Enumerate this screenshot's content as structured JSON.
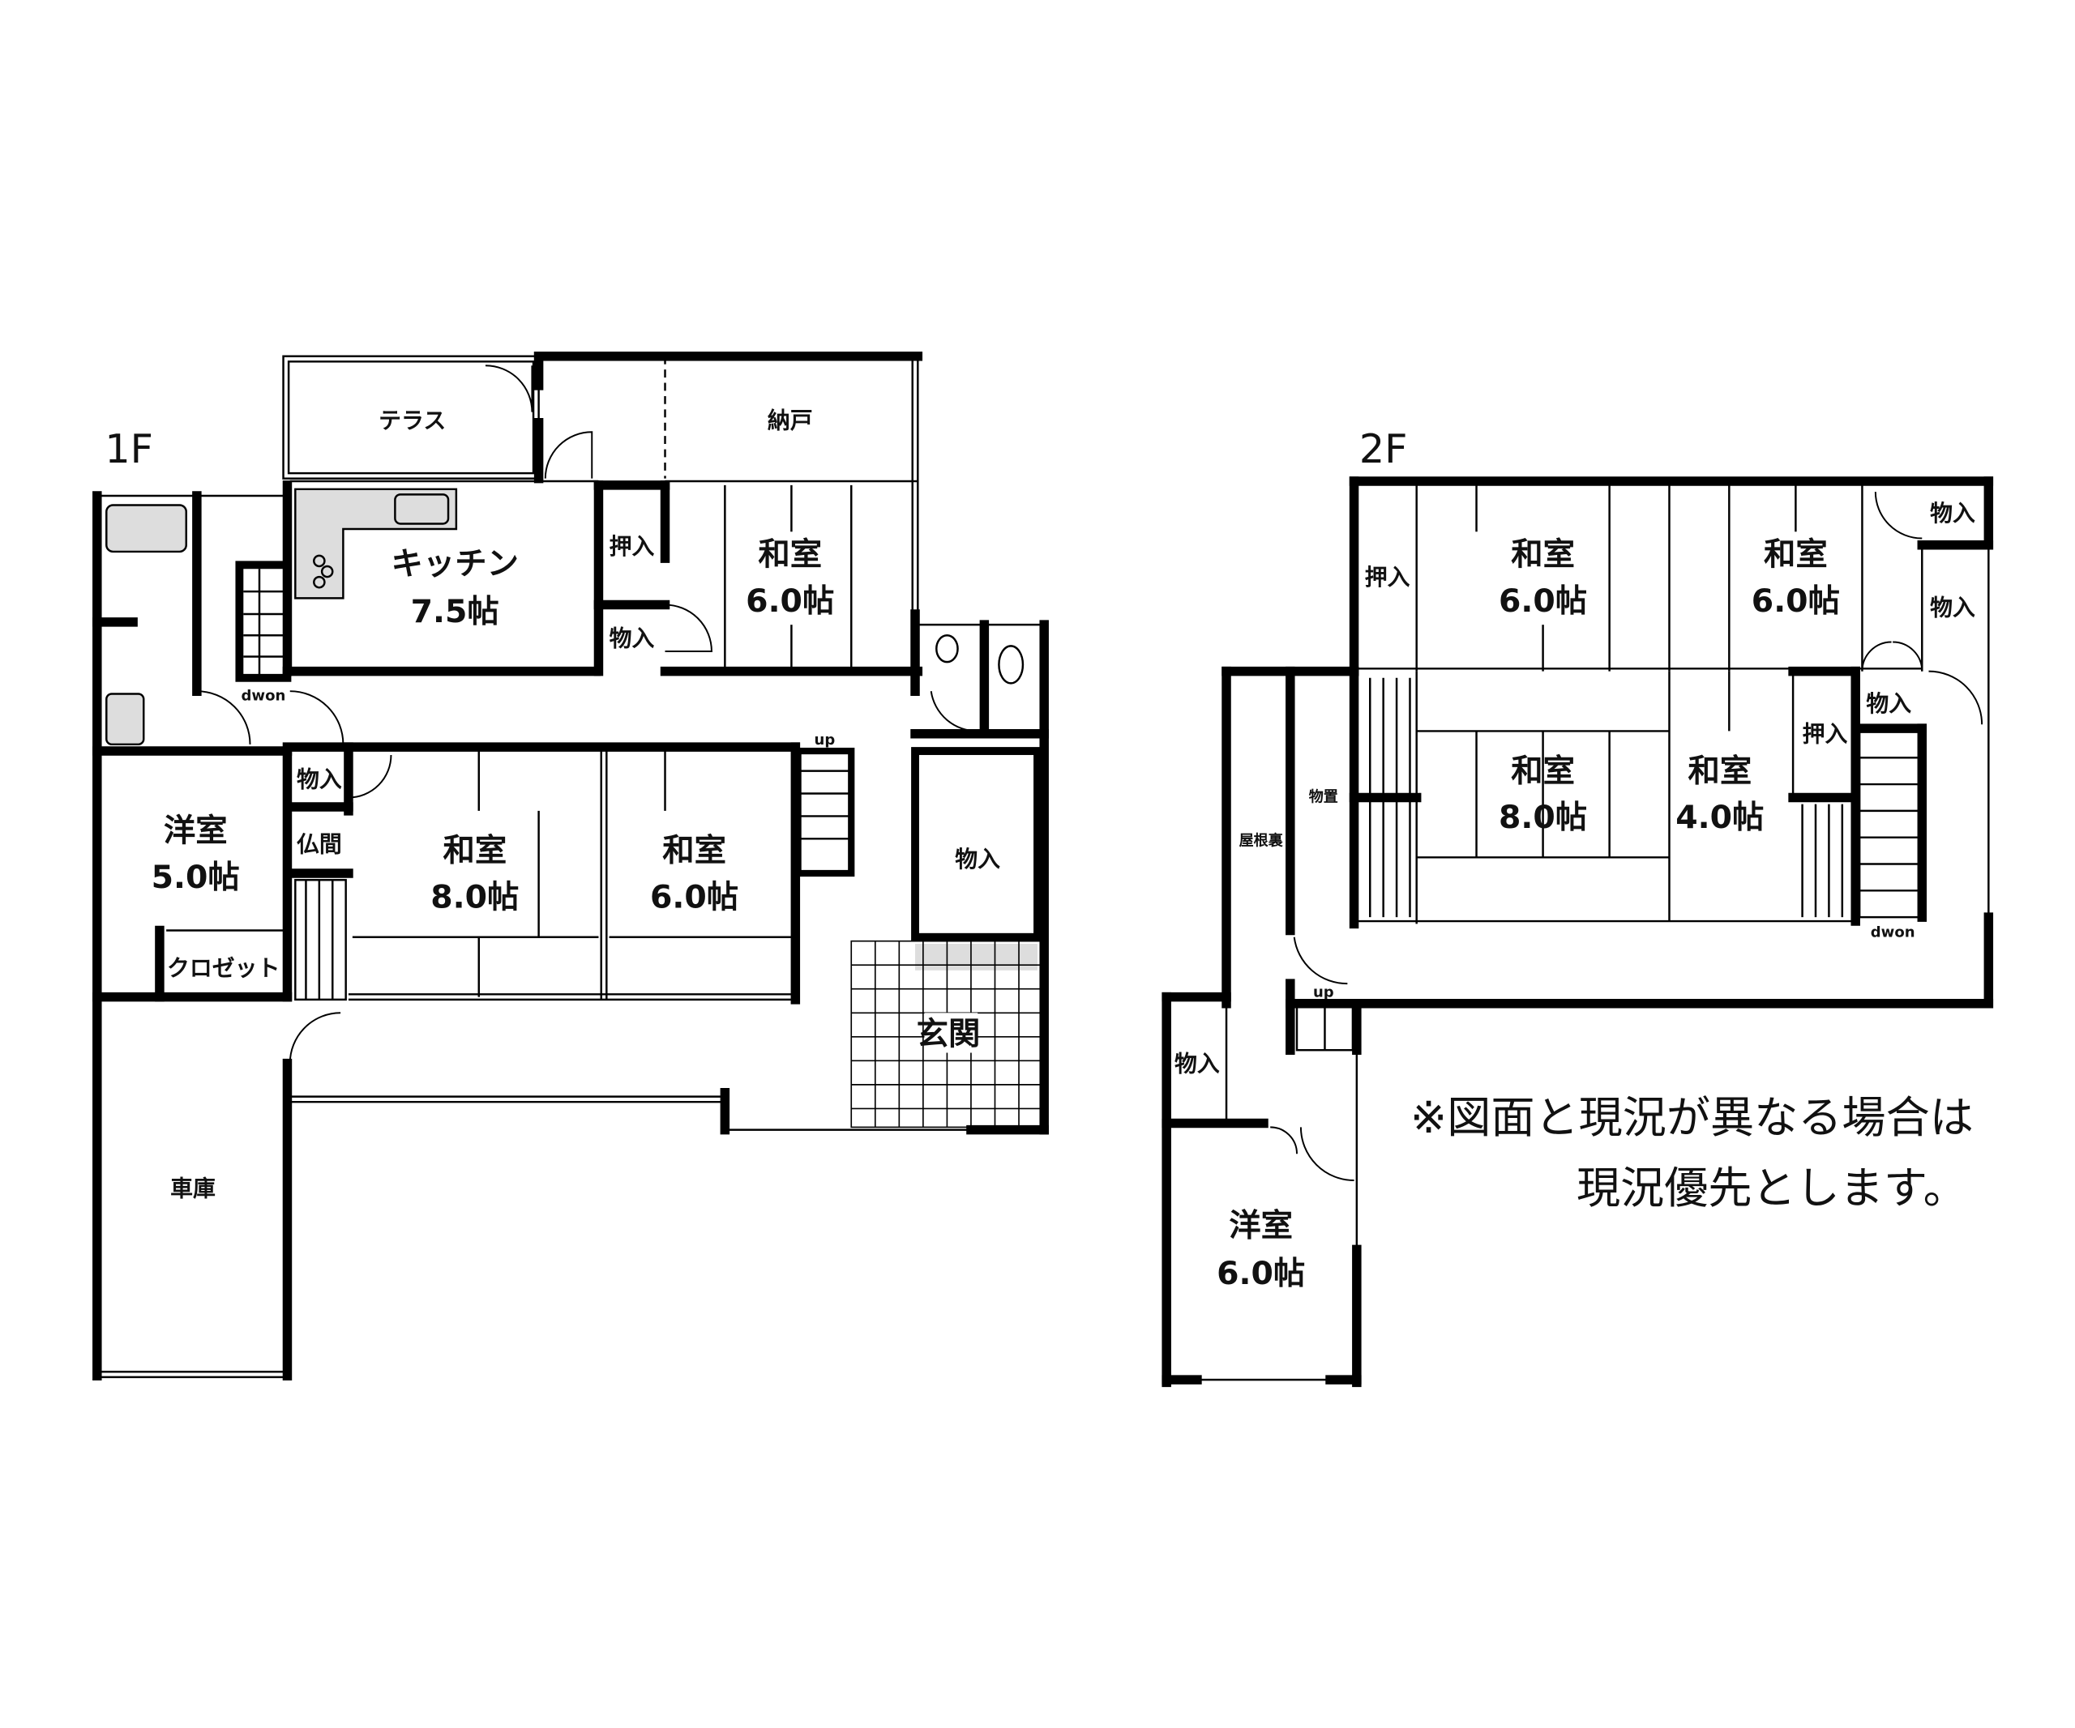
{
  "floor1": {
    "label": "1F",
    "rooms": {
      "terrace": "テラス",
      "storeroom": "納戸",
      "kitchen_name": "キッチン",
      "kitchen_size": "7.5帖",
      "oshiire": "押入",
      "closet_small": "物入",
      "washitsu_upper_name": "和室",
      "washitsu_upper_size": "6.0帖",
      "dwon": "dwon",
      "up": "up",
      "youshitsu_name": "洋室",
      "youshitsu_size": "5.0帖",
      "closet": "クロゼット",
      "mono_iri_a": "物入",
      "butsuma": "仏間",
      "washitsu8_name": "和室",
      "washitsu8_size": "8.0帖",
      "washitsu6_name": "和室",
      "washitsu6_size": "6.0帖",
      "mono_iri_b": "物入",
      "genkan": "玄関",
      "garage": "車庫"
    }
  },
  "floor2": {
    "label": "2F",
    "rooms": {
      "oshiire_left": "押入",
      "washitsu_a_name": "和室",
      "washitsu_a_size": "6.0帖",
      "washitsu_b_name": "和室",
      "washitsu_b_size": "6.0帖",
      "mono_iri_top": "物入",
      "mono_iri_right": "物入",
      "mono_iri_right2": "物入",
      "oshiire_right": "押入",
      "washitsu_8_name": "和室",
      "washitsu_8_size": "8.0帖",
      "washitsu_4_name": "和室",
      "washitsu_4_size": "4.0帖",
      "attic": "屋根裏",
      "storage": "物置",
      "dwon": "dwon",
      "up": "up",
      "mono_iri_lower": "物入",
      "youshitsu_name": "洋室",
      "youshitsu_size": "6.0帖"
    }
  },
  "note": {
    "line1": "※図面と現況が異なる場合は",
    "line2": "現況優先とします。"
  }
}
